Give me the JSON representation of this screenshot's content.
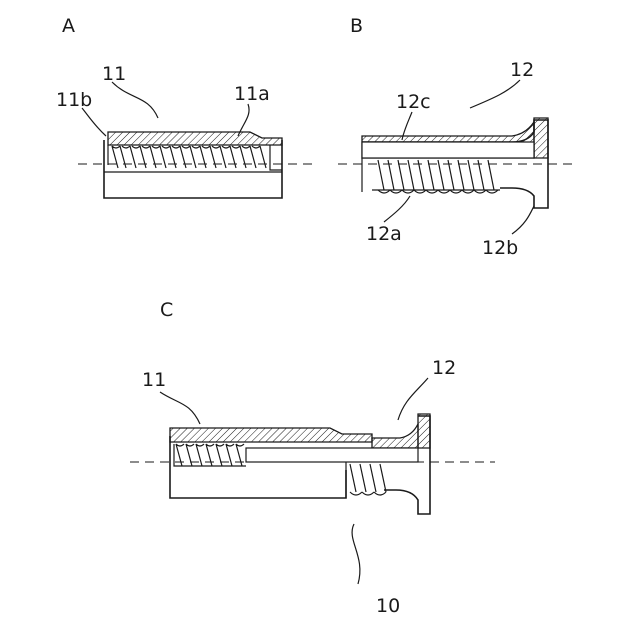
{
  "figures": {
    "A": {
      "letter": "A",
      "labels": {
        "part": "11",
        "thread": "11a",
        "end": "11b"
      }
    },
    "B": {
      "letter": "B",
      "labels": {
        "part": "12",
        "thread": "12a",
        "flange": "12b",
        "shaft": "12c"
      }
    },
    "C": {
      "letter": "C",
      "labels": {
        "part_left": "11",
        "part_right": "12",
        "assembly": "10"
      }
    }
  },
  "colors": {
    "line": "#1a1a1a",
    "background": "#ffffff"
  }
}
